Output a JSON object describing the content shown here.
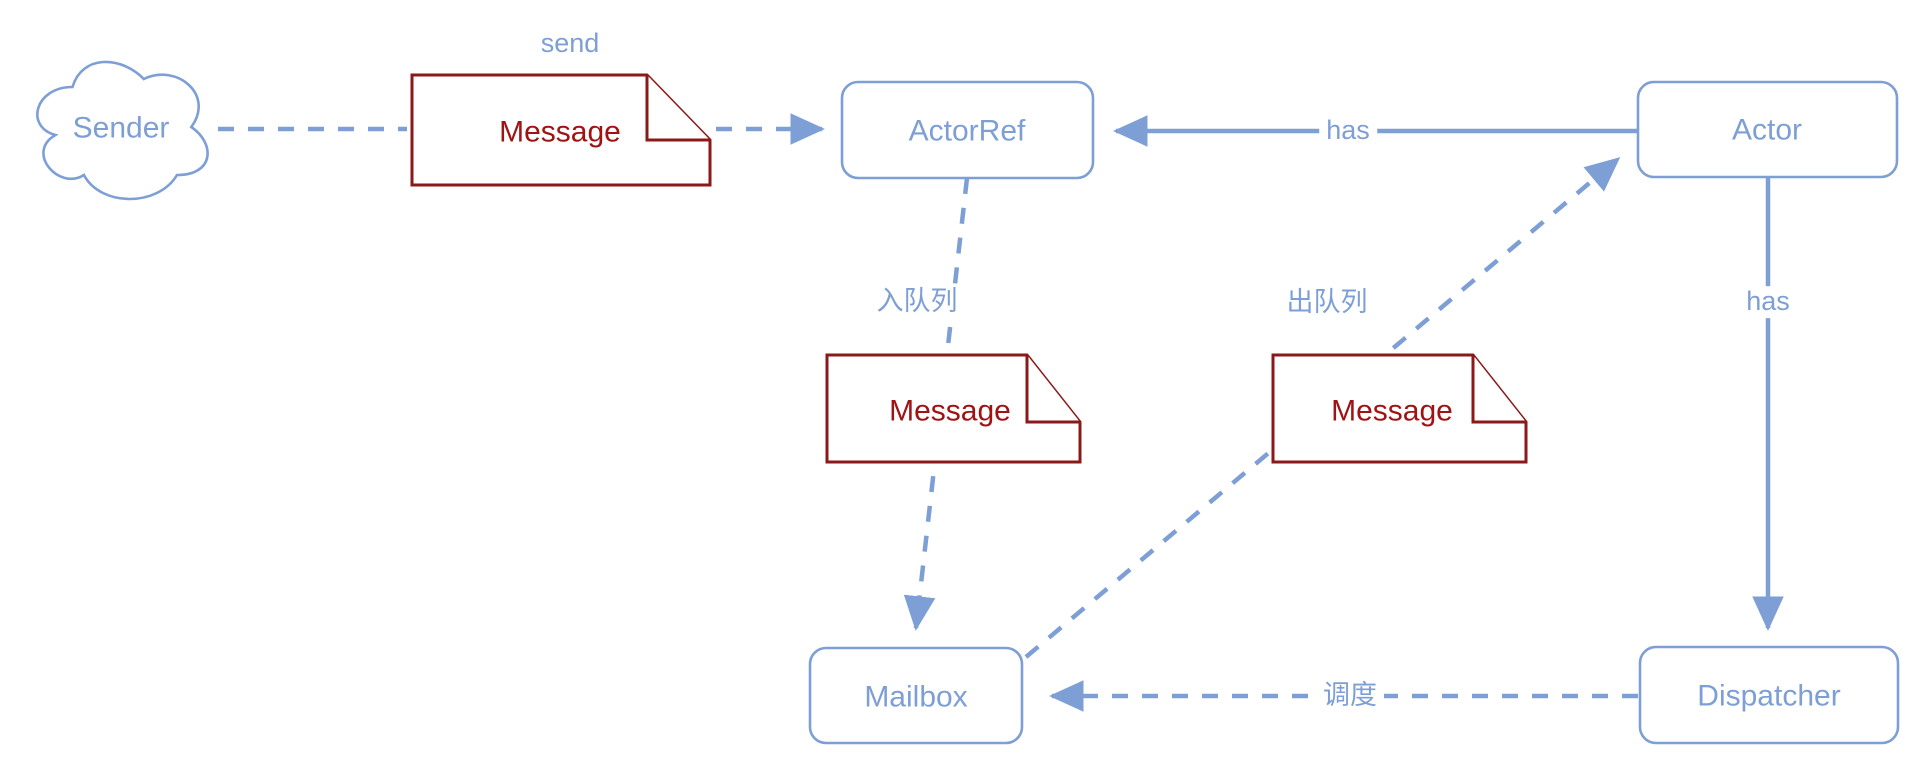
{
  "colors": {
    "blue": "#7d9fd6",
    "note_border": "#8c1919",
    "note_text": "#a01315",
    "bg": "#ffffff",
    "fill": "#ffffff"
  },
  "nodes": {
    "sender": {
      "label": "Sender"
    },
    "message_send": {
      "label": "Message"
    },
    "actorref": {
      "label": "ActorRef"
    },
    "actor": {
      "label": "Actor"
    },
    "message_enqueue": {
      "label": "Message"
    },
    "message_dequeue": {
      "label": "Message"
    },
    "mailbox": {
      "label": "Mailbox"
    },
    "dispatcher": {
      "label": "Dispatcher"
    }
  },
  "edges": {
    "send": {
      "label": "send"
    },
    "has_actor_actorref": {
      "label": "has"
    },
    "enqueue": {
      "label": "入队列"
    },
    "dequeue": {
      "label": "出队列"
    },
    "has_actor_dispatcher": {
      "label": "has"
    },
    "dispatch": {
      "label": "调度"
    }
  }
}
